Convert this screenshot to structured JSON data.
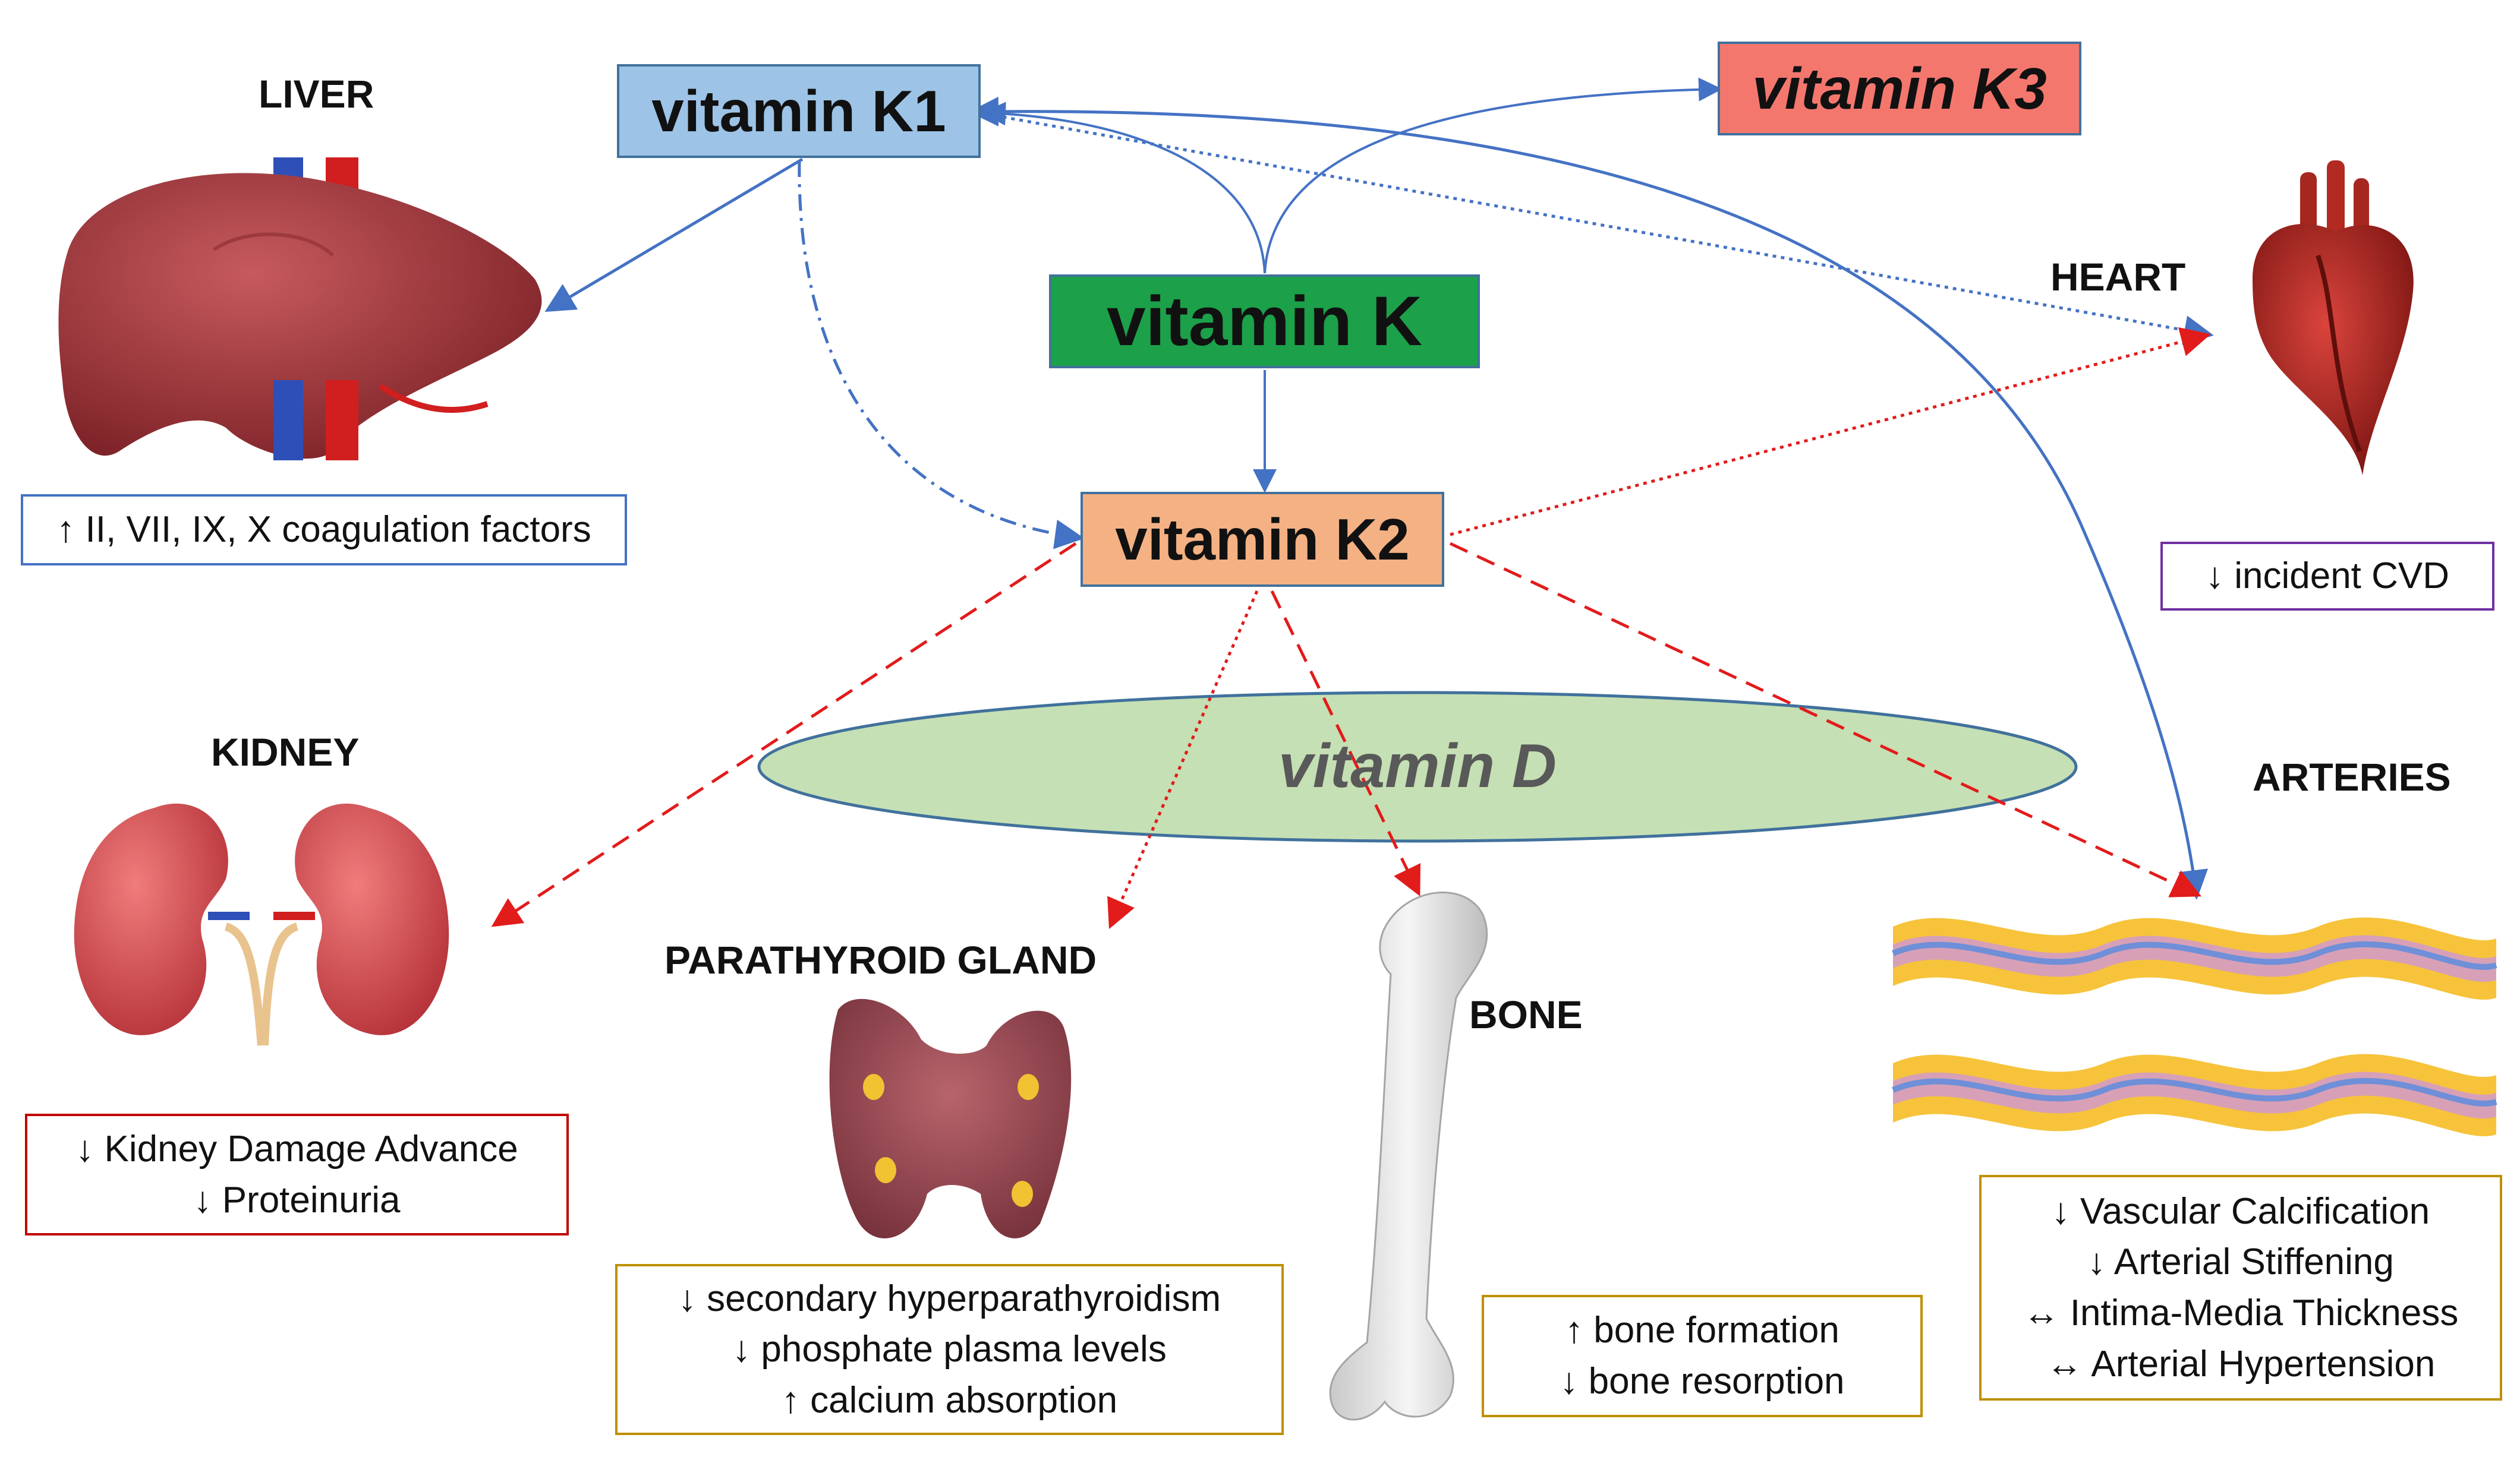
{
  "nodes": {
    "vitamin_k1": "vitamin K1",
    "vitamin_k3": "vitamin K3",
    "vitamin_k": "vitamin K",
    "vitamin_k2": "vitamin K2",
    "vitamin_d": "vitamin D"
  },
  "organs": {
    "liver": "LIVER",
    "heart": "HEART",
    "kidney": "KIDNEY",
    "parathyroid": "PARATHYROID GLAND",
    "bone": "BONE",
    "arteries": "ARTERIES"
  },
  "effects": {
    "liver": [
      "↑ II, VII, IX, X coagulation factors"
    ],
    "heart": [
      "↓ incident CVD"
    ],
    "kidney": [
      "↓ Kidney Damage Advance",
      "↓ Proteinuria"
    ],
    "parathyroid": [
      "↓ secondary hyperparathyroidism",
      "↓ phosphate plasma levels",
      "↑ calcium absorption"
    ],
    "bone": [
      "↑ bone formation",
      "↓ bone resorption"
    ],
    "arteries": [
      "↓ Vascular Calcification",
      "↓ Arterial Stiffening",
      "↔ Intima-Media Thickness",
      "↔ Arterial Hypertension"
    ]
  },
  "colors": {
    "k1_fill": "#9DC3E6",
    "k3_fill": "#F4776E",
    "k_fill": "#1CA04A",
    "k2_fill": "#F4B183",
    "d_fill": "#C5E0B4",
    "blue_line": "#4472C4",
    "red_line": "#E21B1B"
  }
}
